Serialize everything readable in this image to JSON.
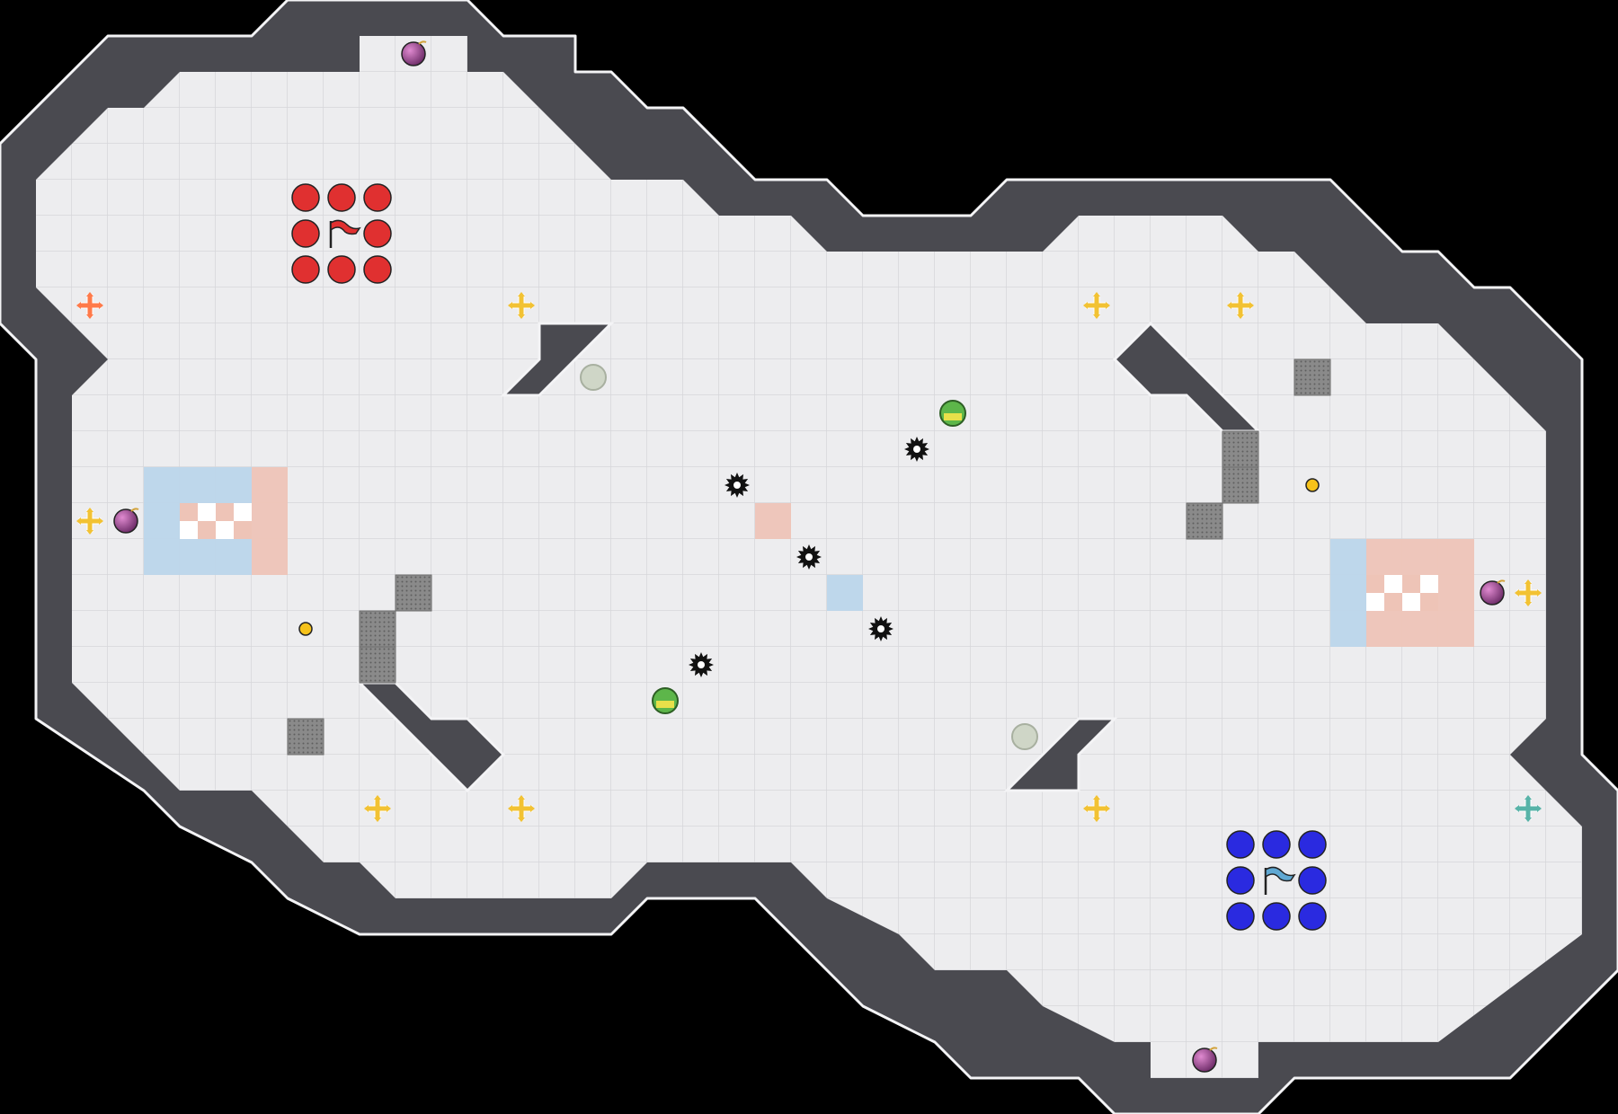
{
  "game": {
    "title": "",
    "grid": {
      "cols": 45,
      "rows": 31
    },
    "teams": {
      "red": {
        "flag": "red-flag",
        "color": "#e03030",
        "players": 8
      },
      "blue": {
        "flag": "blue-flag",
        "color": "#2a2ae0",
        "players": 8
      }
    },
    "colors": {
      "floor": "#ededef",
      "grid_line": "#d6d6da",
      "wall": "#4a4a50",
      "wall_edge": "#f4f4f6",
      "background": "#000000",
      "blue_zone": "#bcd6ea",
      "red_zone": "#eec4b7",
      "gate": "#8a8a8a",
      "boost": "#f2c233",
      "red_boost": "#ff7a4a",
      "blue_boost": "#58b3a8",
      "powerup": "#a1a1a1",
      "bomb": "#b04aa0"
    },
    "icons": {
      "boost": "boost-icon",
      "bomb": "bomb-icon",
      "spike": "spike-icon",
      "powerup": "powerup-icon",
      "speed_pad": "speed-pad-icon",
      "gate": "gate-tile",
      "flag": "flag-icon"
    }
  }
}
